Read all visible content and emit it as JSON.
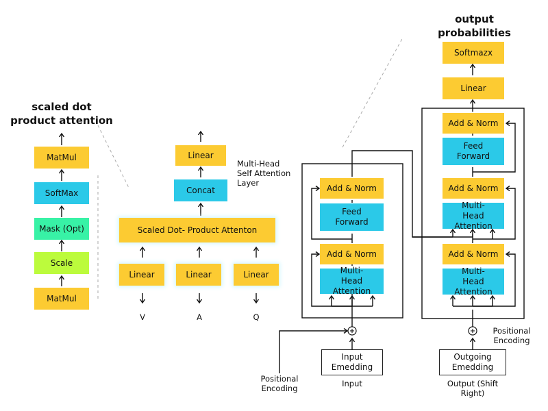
{
  "titles": {
    "sdpa": "scaled dot product attention",
    "output_probabilities": "output probabilities",
    "mhsa": "Multi-Head Self Attention Layer"
  },
  "sdpa": {
    "matmul_top": "MatMul",
    "softmax": "SoftMax",
    "mask": "Mask (Opt)",
    "scale": "Scale",
    "matmul_bottom": "MatMul"
  },
  "mha": {
    "linear_top": "Linear",
    "concat": "Concat",
    "scaled_dot": "Scaled Dot- Product Attenton",
    "linear_v": "Linear",
    "linear_a": "Linear",
    "linear_q": "Linear",
    "label_v": "V",
    "label_a": "A",
    "label_q": "Q"
  },
  "encoder": {
    "add_norm_top": "Add & Norm",
    "feed_forward": "Feed Forward",
    "add_norm_bottom": "Add & Norm",
    "mha": "Multi-Head Attention",
    "input_embedding": "Input Emedding",
    "input_label": "Input",
    "positional_encoding": "Positional Encoding",
    "plus": "+"
  },
  "decoder": {
    "softmax": "Softmazx",
    "linear": "Linear",
    "add_norm_1": "Add & Norm",
    "feed_forward": "Feed Forward",
    "add_norm_2": "Add & Norm",
    "mha_cross": "Multi-Head Attention",
    "add_norm_3": "Add & Norm",
    "mha_self": "Multi-Head Attention",
    "output_embedding": "Outgoing Emedding",
    "output_label": "Output (Shift Right)",
    "positional_encoding": "Positional Encoding",
    "plus": "+"
  },
  "colors": {
    "yellow": "#FCCB32",
    "blue": "#2BC9E8",
    "green": "#38F2A6",
    "lime": "#BCFB3C"
  }
}
